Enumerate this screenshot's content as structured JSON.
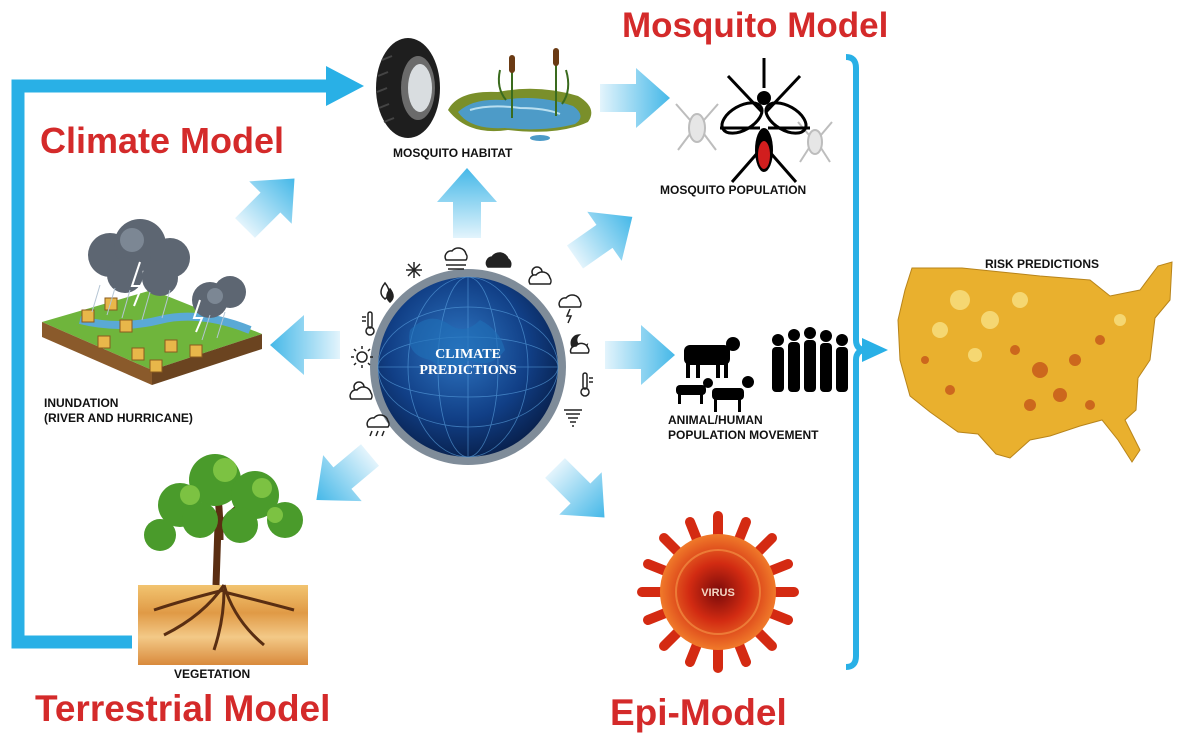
{
  "titles": {
    "mosquito_model": "Mosquito Model",
    "climate_model": "Climate Model",
    "terrestrial_model": "Terrestrial Model",
    "epi_model": "Epi-Model"
  },
  "captions": {
    "mosquito_habitat": "MOSQUITO HABITAT",
    "mosquito_population": "MOSQUITO POPULATION",
    "inundation_line1": "INUNDATION",
    "inundation_line2": "(RIVER AND HURRICANE)",
    "animal_line1": "ANIMAL/HUMAN",
    "animal_line2": "POPULATION MOVEMENT",
    "vegetation": "VEGETATION",
    "risk_predictions": "RISK PREDICTIONS"
  },
  "center": {
    "line1": "CLIMATE",
    "line2": "PREDICTIONS"
  },
  "virus_label": "VIRUS",
  "colors": {
    "title_red": "#d42a2a",
    "arrow_blue": "#29b0e6",
    "arrow_light": "#bfe6f7",
    "globe_dark": "#0b2a5c"
  }
}
